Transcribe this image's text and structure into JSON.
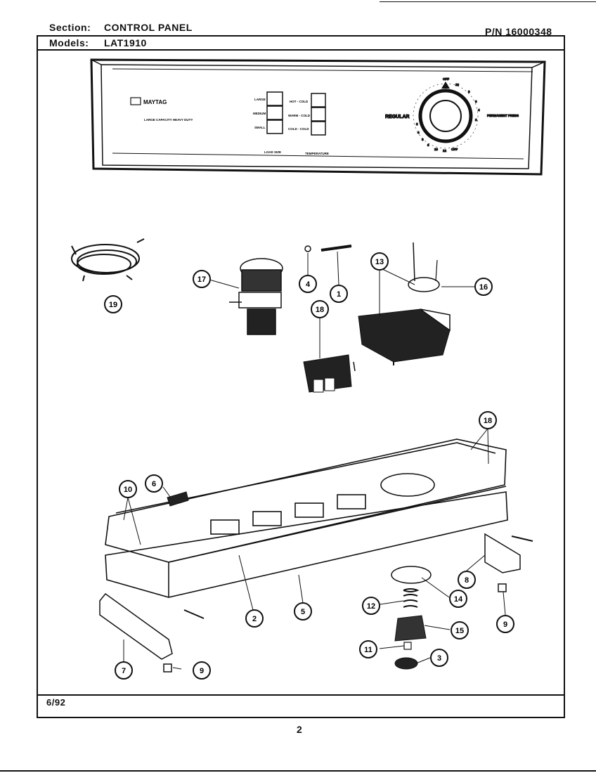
{
  "header": {
    "section_label": "Section:",
    "section_value": "CONTROL PANEL",
    "part_number": "P/N 16000348",
    "models_label": "Models:",
    "models_value": "LAT1910"
  },
  "panel": {
    "brand": "MAYTAG",
    "subtitle": "LARGE CAPACITY HEAVY DUTY",
    "load_size_options": [
      "LARGE",
      "MEDIUM",
      "SMALL"
    ],
    "load_size_label": "LOAD SIZE",
    "temperature_options": [
      "HOT - COLD",
      "WARM - COLD",
      "COLD - COLD"
    ],
    "temperature_label": "TEMPERATURE",
    "regular_label": "REGULAR",
    "permanent_press_label": "PERMANENT PRESS",
    "dial_numbers": [
      "OFF",
      "10",
      "8",
      "6",
      "4",
      "2",
      "2",
      "4",
      "6",
      "8",
      "10",
      "12",
      "OFF"
    ]
  },
  "callouts": [
    "1",
    "2",
    "3",
    "4",
    "5",
    "6",
    "7",
    "8",
    "9",
    "9",
    "10",
    "11",
    "12",
    "13",
    "14",
    "15",
    "16",
    "17",
    "18",
    "18",
    "19"
  ],
  "footer": {
    "date": "6/92",
    "page_number": "2"
  }
}
